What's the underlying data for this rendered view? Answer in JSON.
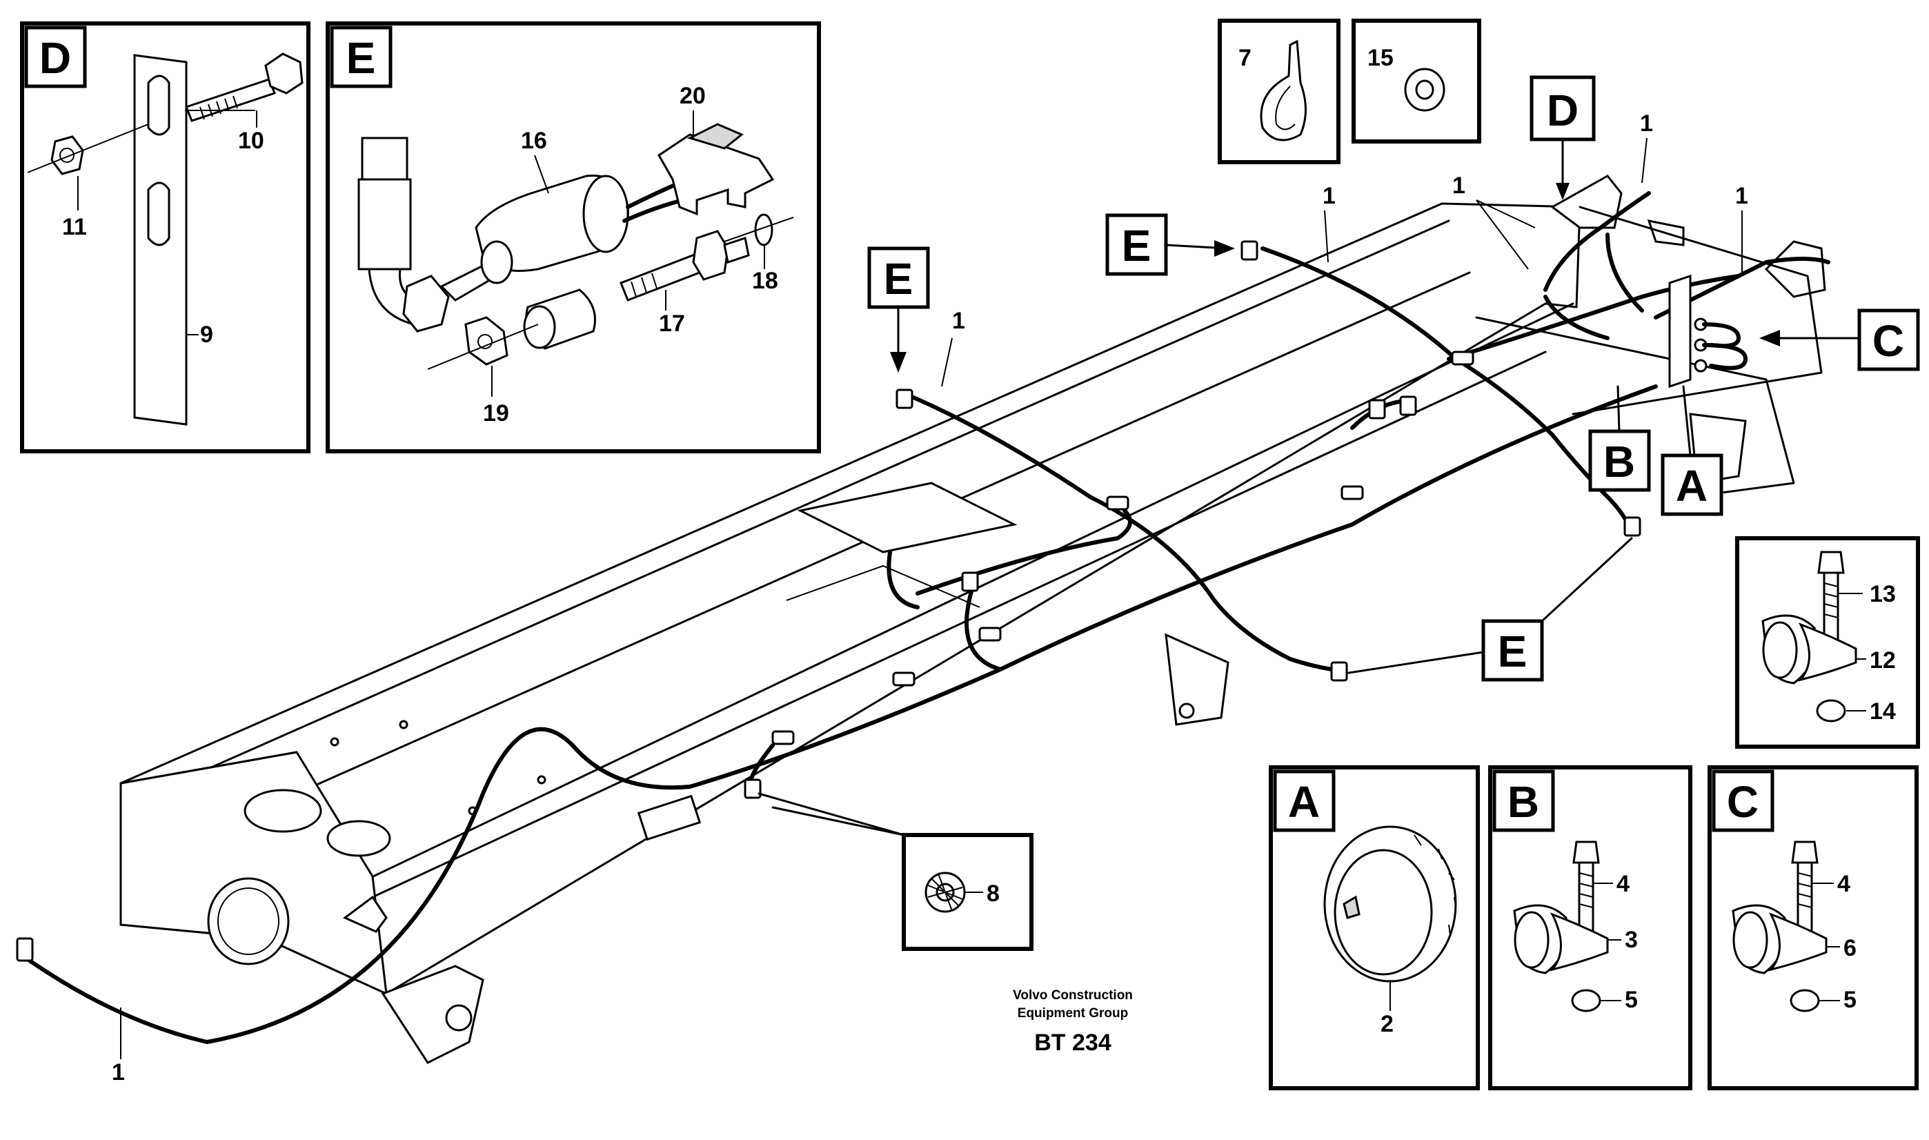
{
  "detail_boxes": {
    "d": {
      "letter": "D",
      "callouts": [
        "10",
        "11",
        "9"
      ]
    },
    "e": {
      "letter": "E",
      "callouts": [
        "20",
        "16",
        "18",
        "17",
        "19"
      ]
    },
    "tie": {
      "callouts": [
        "7"
      ]
    },
    "washer": {
      "callouts": [
        "15"
      ]
    },
    "ring_clamp": {
      "callouts": [
        "13",
        "12",
        "14"
      ]
    },
    "lock_washer": {
      "callouts": [
        "8"
      ]
    },
    "a": {
      "letter": "A",
      "callouts": [
        "2"
      ]
    },
    "b": {
      "letter": "B",
      "callouts": [
        "4",
        "3",
        "5"
      ]
    },
    "c": {
      "letter": "C",
      "callouts": [
        "4",
        "6",
        "5"
      ]
    }
  },
  "main_view": {
    "letter_labels": [
      "D",
      "E",
      "E",
      "E",
      "C",
      "B",
      "A"
    ],
    "cable_callout": "1"
  },
  "footer": {
    "manufacturer_line1": "Volvo Construction",
    "manufacturer_line2": "Equipment Group",
    "figure_code": "BT 234"
  }
}
